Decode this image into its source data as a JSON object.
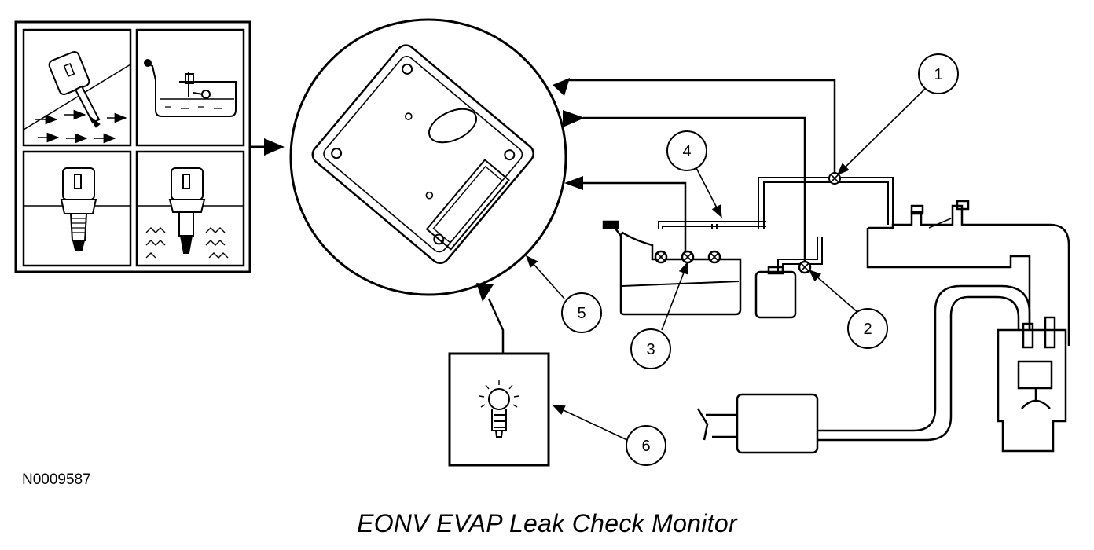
{
  "figure_id": "N0009587",
  "caption": "EONV EVAP Leak Check Monitor",
  "callouts": [
    {
      "number": "1"
    },
    {
      "number": "2"
    },
    {
      "number": "3"
    },
    {
      "number": "4"
    },
    {
      "number": "5"
    },
    {
      "number": "6"
    }
  ],
  "colors": {
    "line": "#000000",
    "background": "#ffffff"
  }
}
